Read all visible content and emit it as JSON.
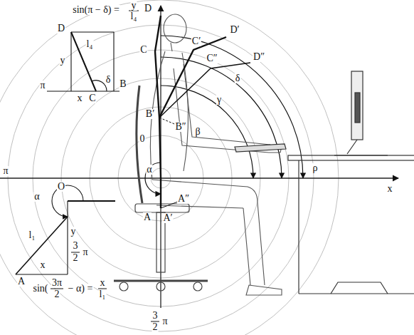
{
  "diagram": {
    "labels": [
      "sin(π − δ) =",
      "y",
      "l₄",
      "D",
      "C",
      "D′",
      "C′",
      "C″",
      "D″",
      "δ",
      "γ",
      "β",
      "B′",
      "B″",
      "ρ",
      "π",
      "x",
      "0",
      "α",
      "D",
      "l₄",
      "y",
      "δ",
      "π",
      "x",
      "C",
      "B",
      "α",
      "O",
      "l₁",
      "y",
      "x",
      "3",
      "2",
      "π",
      "A",
      "sin(",
      "3π",
      "2",
      "− α) =",
      "x",
      "l₁",
      "A",
      "A′",
      "A″",
      "3",
      "2",
      "π"
    ]
  }
}
